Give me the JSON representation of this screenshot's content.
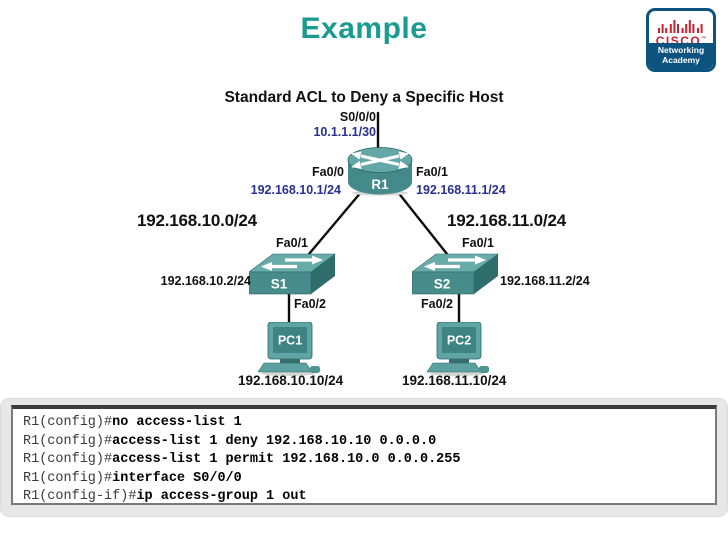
{
  "slide": {
    "title": "Example"
  },
  "logo": {
    "brand": "CISCO",
    "trademark": "™",
    "program_line1": "Networking",
    "program_line2": "Academy"
  },
  "diagram": {
    "title": "Standard ACL to Deny a Specific Host",
    "router": {
      "name": "R1",
      "serial_interface": "S0/0/0",
      "serial_ip": "10.1.1.1/30",
      "lan_left_interface": "Fa0/0",
      "lan_left_ip": "192.168.10.1/24",
      "lan_right_interface": "Fa0/1",
      "lan_right_ip": "192.168.11.1/24"
    },
    "networks": {
      "left": "192.168.10.0/24",
      "right": "192.168.11.0/24"
    },
    "switch_s1": {
      "name": "S1",
      "uplink_interface": "Fa0/1",
      "ip": "192.168.10.2/24",
      "host_interface": "Fa0/2"
    },
    "switch_s2": {
      "name": "S2",
      "uplink_interface": "Fa0/1",
      "ip": "192.168.11.2/24",
      "host_interface": "Fa0/2"
    },
    "pc1": {
      "name": "PC1",
      "ip": "192.168.10.10/24"
    },
    "pc2": {
      "name": "PC2",
      "ip": "192.168.11.10/24"
    }
  },
  "console": {
    "lines": [
      {
        "prompt": "R1(config)#",
        "command": "no access-list 1"
      },
      {
        "prompt": "R1(config)#",
        "command": "access-list 1 deny 192.168.10.10 0.0.0.0"
      },
      {
        "prompt": "R1(config)#",
        "command": "access-list 1 permit 192.168.10.0 0.0.0.255"
      },
      {
        "prompt": "R1(config)#",
        "command": "interface S0/0/0"
      },
      {
        "prompt": "R1(config-if)#",
        "command": "ip access-group 1 out"
      }
    ]
  },
  "colors": {
    "title_teal": "#1A9B91",
    "device_teal": "#4E9494",
    "ip_blue": "#2A2F93",
    "cisco_red": "#CC202C",
    "logo_navy": "#0D5380"
  }
}
